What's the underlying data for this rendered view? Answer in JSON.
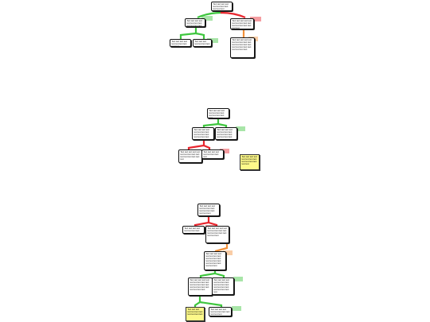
{
  "colors": {
    "pro": "#3ec63e",
    "con": "#e8262e",
    "rebuttal": "#f2913a",
    "note": "#fdf98a"
  },
  "maps": [
    {
      "contention": "Text text text text text text text text text text text",
      "reasons": [
        {
          "type": "pro",
          "text": "Text text text text text text text text text text text text"
        },
        {
          "type": "con",
          "text": "Text text text text text text text text text text text text text text text text text"
        }
      ],
      "evidence": [
        {
          "type": "pro",
          "text": "Text text text text text text text text text text"
        },
        {
          "type": "pro",
          "text": "Text text text text text text text"
        },
        {
          "type": "rebuttal",
          "text": "Text text text text text text text text text text text text text text text text text text text text text text text text"
        }
      ]
    },
    {
      "contention": "Text text text text text text text text text text text text text",
      "reasons": [
        {
          "type": "pro",
          "text": "Text text text text text text text text text text text text text text text text"
        },
        {
          "type": "pro",
          "text": "Text text text text text text text text text text text text text text text text"
        }
      ],
      "evidence": [
        {
          "type": "con",
          "text": "Text text text text text text text text text text text text text text text text"
        },
        {
          "type": "con",
          "text": "Text text text text text text text text text"
        }
      ],
      "note": "Text text text text text text text text text text text text text text"
    },
    {
      "contention": "Text text text text text text text text text text text text text text text",
      "reasons": [
        {
          "type": "con",
          "text": "Text text text text text text text text"
        },
        {
          "type": "con",
          "text": "Text text text text text text text text text text text text text text text text text text"
        }
      ],
      "evidence": [
        {
          "type": "rebuttal",
          "text": "Text text text text text text text text text text text text text text text text text text text text text text text"
        },
        {
          "type": "pro",
          "text": "Text text text text text text text text text text text text text text text text text text text text text text text text"
        },
        {
          "type": "pro",
          "text": "Text text text text text text text text text text text text text text text text text text text text text"
        }
      ],
      "notes": [
        "Text text text text text text text text text text text",
        "Text text text text text text text text text text text text"
      ]
    }
  ]
}
